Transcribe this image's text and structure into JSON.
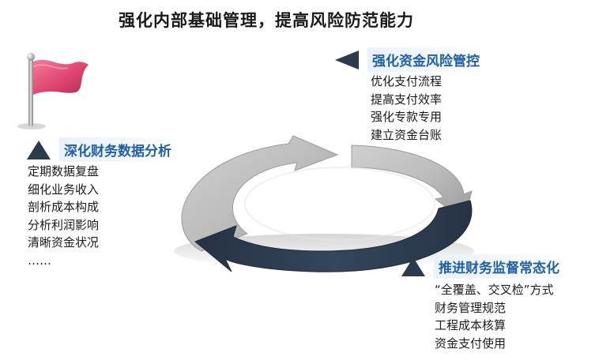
{
  "page": {
    "title": "强化内部基础管理，提高风险防范能力"
  },
  "blocks": {
    "fund_risk": {
      "heading": "强化资金风险管控",
      "items": [
        "优化支付流程",
        "提高支付效率",
        "强化专款专用",
        "建立资金台账"
      ]
    },
    "finance_data": {
      "heading": "深化财务数据分析",
      "items": [
        "定期数据复盘",
        "细化业务收入",
        "剖析成本构成",
        "分析利润影响",
        "清晰资金状况",
        "……"
      ]
    },
    "supervision": {
      "heading": "推进财务监督常态化",
      "items": [
        "“全覆盖、交叉检”方式",
        "财务管理规范",
        "工程成本核算",
        "资金支付使用"
      ]
    }
  },
  "colors": {
    "heading_text": "#1f5fa8",
    "triangle": "#2c3a4e",
    "arrow_dark": "#2d3b4f",
    "arrow_light": "#b4b4b4",
    "flag": "#e0456e"
  },
  "icons": {
    "flag": "red-flag-icon",
    "cycle": "circular-arrows-icon"
  }
}
